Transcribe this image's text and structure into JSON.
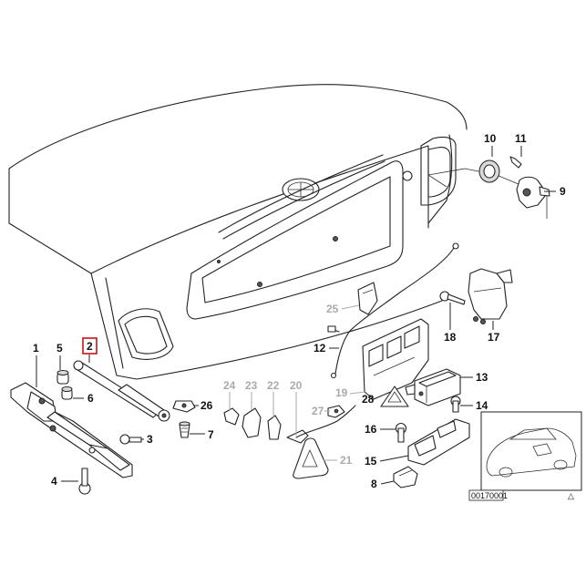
{
  "diagram": {
    "highlighted_part": "2",
    "labels": {
      "p1": "1",
      "p2": "2",
      "p3": "3",
      "p4": "4",
      "p5": "5",
      "p6": "6",
      "p7": "7",
      "p8": "8",
      "p9": "9",
      "p10": "10",
      "p11": "11",
      "p12": "12",
      "p13": "13",
      "p14": "14",
      "p15": "15",
      "p16": "16",
      "p17": "17",
      "p18": "18",
      "p19": "19",
      "p20": "20",
      "p21": "21",
      "p22": "22",
      "p23": "23",
      "p24": "24",
      "p25": "25",
      "p26": "26",
      "p27": "27",
      "p28": "28"
    },
    "inset": {
      "code": "00170001",
      "corner_mark": "△"
    },
    "colors": {
      "highlight": "#cc1111",
      "ghost_label": "#aaaaaa",
      "line": "#222222"
    }
  }
}
